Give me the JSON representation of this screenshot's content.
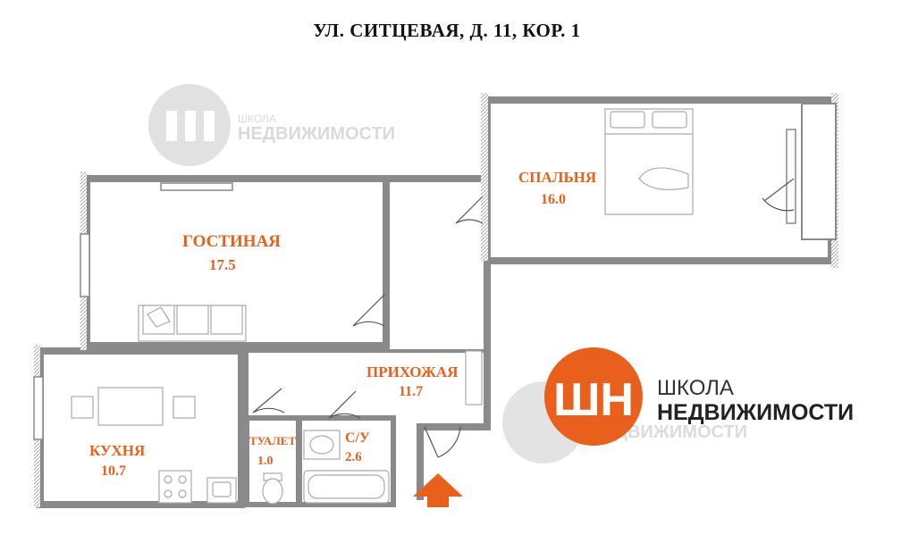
{
  "title": "УЛ. СИТЦЕВАЯ, Д. 11, КОР. 1",
  "rooms": [
    {
      "name": "ГОСТИНАЯ",
      "area": "17.5"
    },
    {
      "name": "СПАЛЬНЯ",
      "area": "16.0"
    },
    {
      "name": "ПРИХОЖАЯ",
      "area": "11.7"
    },
    {
      "name": "КУХНЯ",
      "area": "10.7"
    },
    {
      "name": "ТУАЛЕТ",
      "area": "1.0"
    },
    {
      "name": "С/У",
      "area": "2.6"
    }
  ],
  "logo": {
    "mark": "ШН",
    "line1": "ШКОЛА",
    "line2": "НЕДВИЖИМОСТИ"
  },
  "colors": {
    "accent": "#e8601c",
    "wall": "#8a8a8a",
    "watermark": "#d4d4d4"
  },
  "icons": [
    "entrance-arrow-icon",
    "sofa-icon",
    "bed-icon",
    "stove-icon",
    "sink-icon",
    "toilet-icon",
    "bathtub-icon",
    "window-icon",
    "door-icon"
  ]
}
